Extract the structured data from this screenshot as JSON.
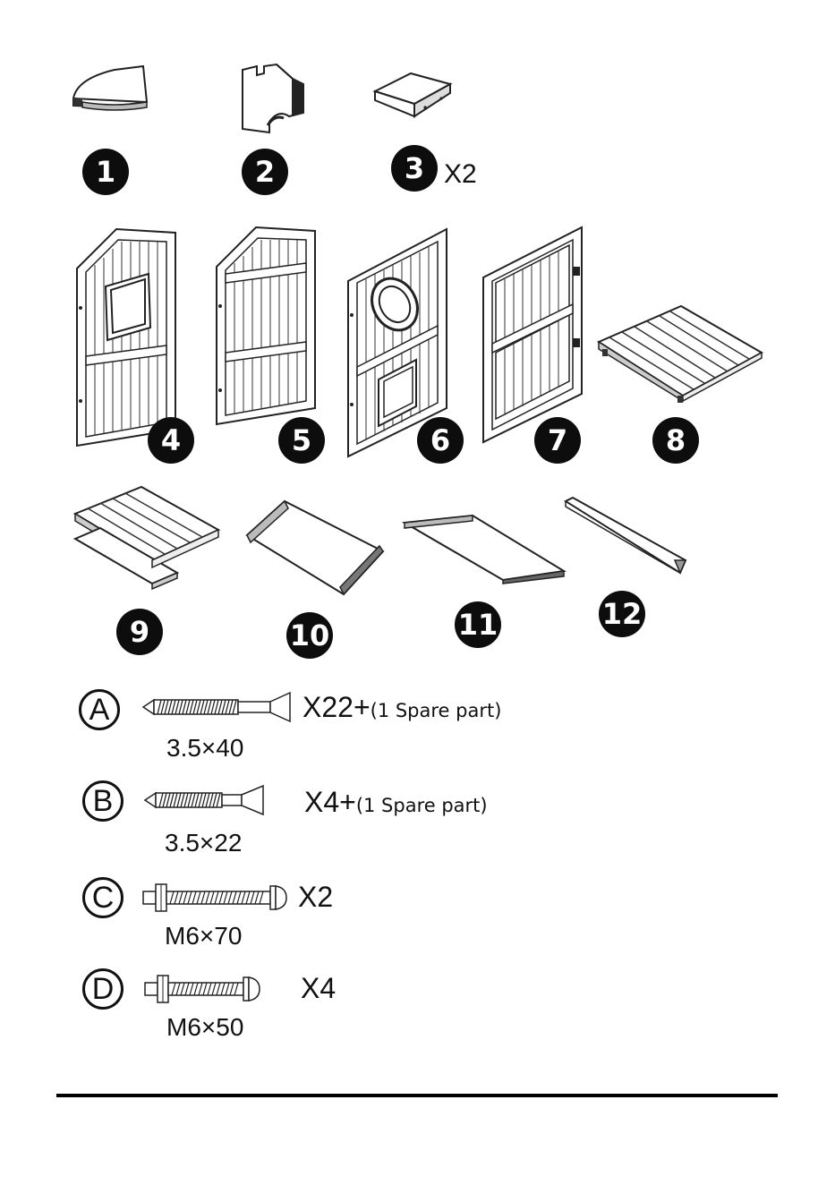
{
  "parts": [
    {
      "number": "1"
    },
    {
      "number": "2"
    },
    {
      "number": "3",
      "quantity": "X2"
    },
    {
      "number": "4"
    },
    {
      "number": "5"
    },
    {
      "number": "6"
    },
    {
      "number": "7"
    },
    {
      "number": "8"
    },
    {
      "number": "9"
    },
    {
      "number": "10"
    },
    {
      "number": "11"
    },
    {
      "number": "12"
    }
  ],
  "hardware": [
    {
      "letter": "A",
      "quantity": "X22+",
      "spare": "(1 Spare part)",
      "size": "3.5×40",
      "type": "wood-screw"
    },
    {
      "letter": "B",
      "quantity": "X4+",
      "spare": "(1 Spare part)",
      "size": "3.5×22",
      "type": "wood-screw"
    },
    {
      "letter": "C",
      "quantity": "X2",
      "size": "M6×70",
      "type": "bolt"
    },
    {
      "letter": "D",
      "quantity": "X4",
      "size": "M6×50",
      "type": "bolt"
    }
  ]
}
